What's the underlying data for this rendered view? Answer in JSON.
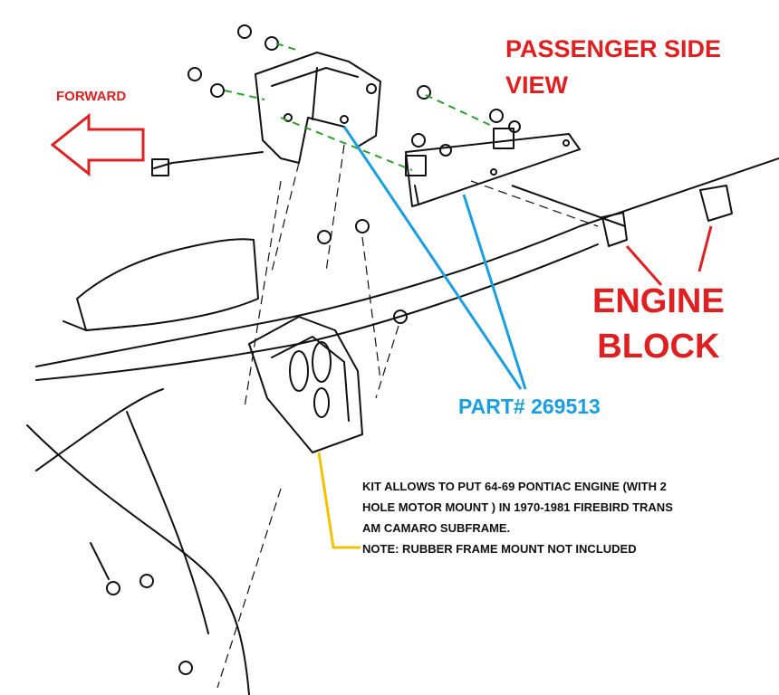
{
  "labels": {
    "forward": "FORWARD",
    "view_line1": "PASSENGER SIDE",
    "view_line2": "VIEW",
    "engine_line1": "ENGINE",
    "engine_line2": "BLOCK",
    "part": "PART# 269513",
    "kit_line1": "KIT ALLOWS TO PUT 64-69 PONTIAC ENGINE (WITH 2",
    "kit_line2": "HOLE MOTOR MOUNT ) IN 1970-1981 FIREBIRD TRANS",
    "kit_line3": "AM CAMARO SUBFRAME.",
    "kit_line4": "NOTE: RUBBER FRAME MOUNT NOT INCLUDED"
  },
  "colors": {
    "red_label": "#e02020",
    "blue_label": "#1a9ee0",
    "blue_leader": "#1a9ee0",
    "yellow_leader": "#f2c200",
    "green_bolt_line": "#2aa02a",
    "line_art": "#111111"
  },
  "icons": {
    "forward_arrow": "arrow-left-outline-icon"
  }
}
